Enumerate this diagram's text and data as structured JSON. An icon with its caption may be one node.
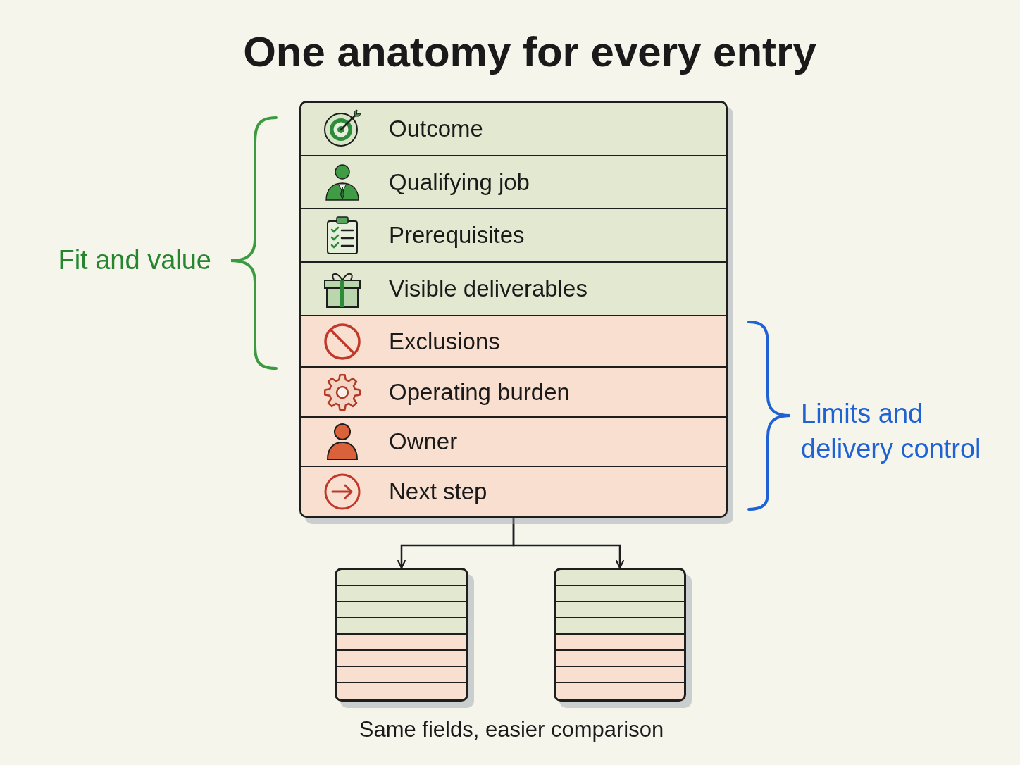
{
  "diagram": {
    "title": "One anatomy for every entry",
    "nodes": [
      {
        "text": [],
        "shape": "box"
      },
      {
        "text": [
          "Outcome"
        ],
        "in": 0
      },
      {
        "text": [
          "Qualifying job"
        ],
        "in": 0
      },
      {
        "text": [
          "Prerequisites"
        ],
        "in": 0
      },
      {
        "text": [
          "Visible deliverables"
        ],
        "in": 0
      },
      {
        "text": [
          "Exclusions"
        ],
        "in": 0
      },
      {
        "text": [
          "Operating burden"
        ],
        "in": 0
      },
      {
        "text": [
          "Owner"
        ],
        "in": 0
      },
      {
        "text": [
          "Next step"
        ],
        "in": 0
      },
      {
        "text": [],
        "shape": "box"
      },
      {
        "text": [],
        "shape": "box"
      }
    ],
    "edges": [
      {
        "from": 0,
        "to": 9,
        "arrow": "to"
      },
      {
        "from": 0,
        "to": 10,
        "arrow": "to"
      }
    ],
    "labels": [
      "Fit and value",
      "Limits and delivery control"
    ],
    "caption": "Same fields, easier comparison"
  }
}
